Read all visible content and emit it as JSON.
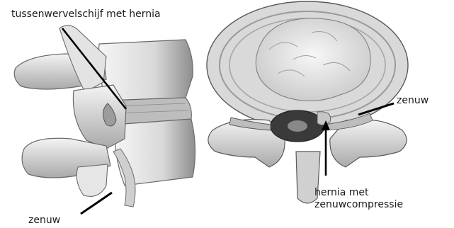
{
  "labels": {
    "disc_hernia": "tussenwervelschijf met hernia",
    "nerve_left": "zenuw",
    "nerve_right": "zenuw",
    "hernia_compression_line1": "hernia met",
    "hernia_compression_line2": "zenuwcompressie"
  }
}
